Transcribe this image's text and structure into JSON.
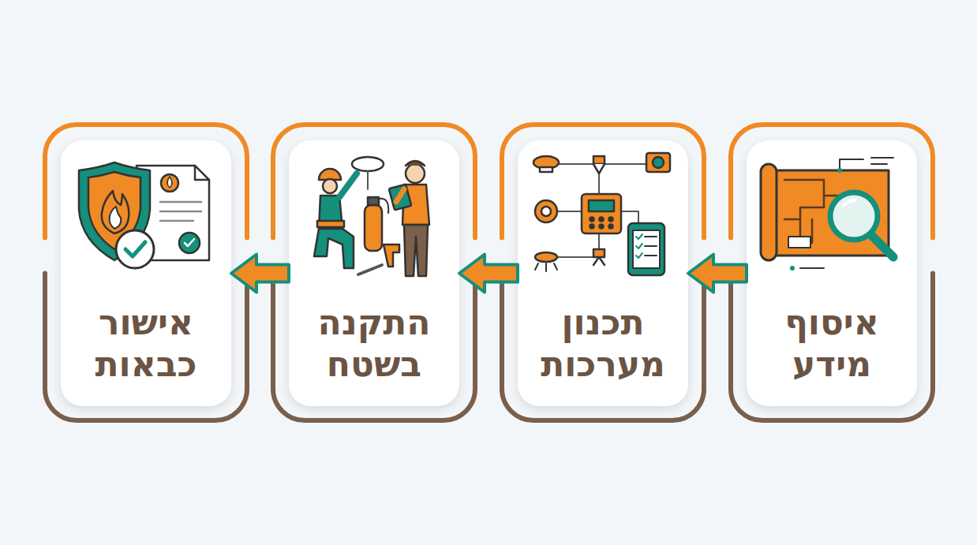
{
  "diagram": {
    "nodes": [
      {
        "text": [
          "איסוף מידע"
        ]
      },
      {
        "text": [
          "תכנון מערכות"
        ]
      },
      {
        "text": [
          "התקנה בשטח"
        ]
      },
      {
        "text": [
          "אישור כבאות"
        ]
      }
    ],
    "edges": [
      {
        "from": 0,
        "to": 1,
        "arrow": "to"
      },
      {
        "from": 1,
        "to": 2,
        "arrow": "to"
      },
      {
        "from": 2,
        "to": 3,
        "arrow": "to"
      }
    ]
  }
}
